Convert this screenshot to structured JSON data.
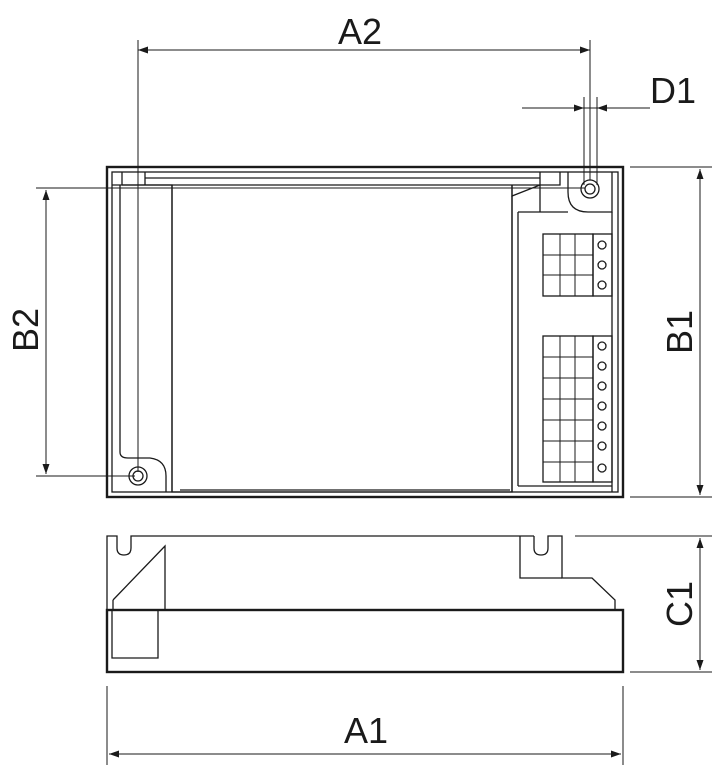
{
  "dimensions": {
    "a1": "A1",
    "a2": "A2",
    "b1": "B1",
    "b2": "B2",
    "c1": "C1",
    "d1": "D1"
  }
}
